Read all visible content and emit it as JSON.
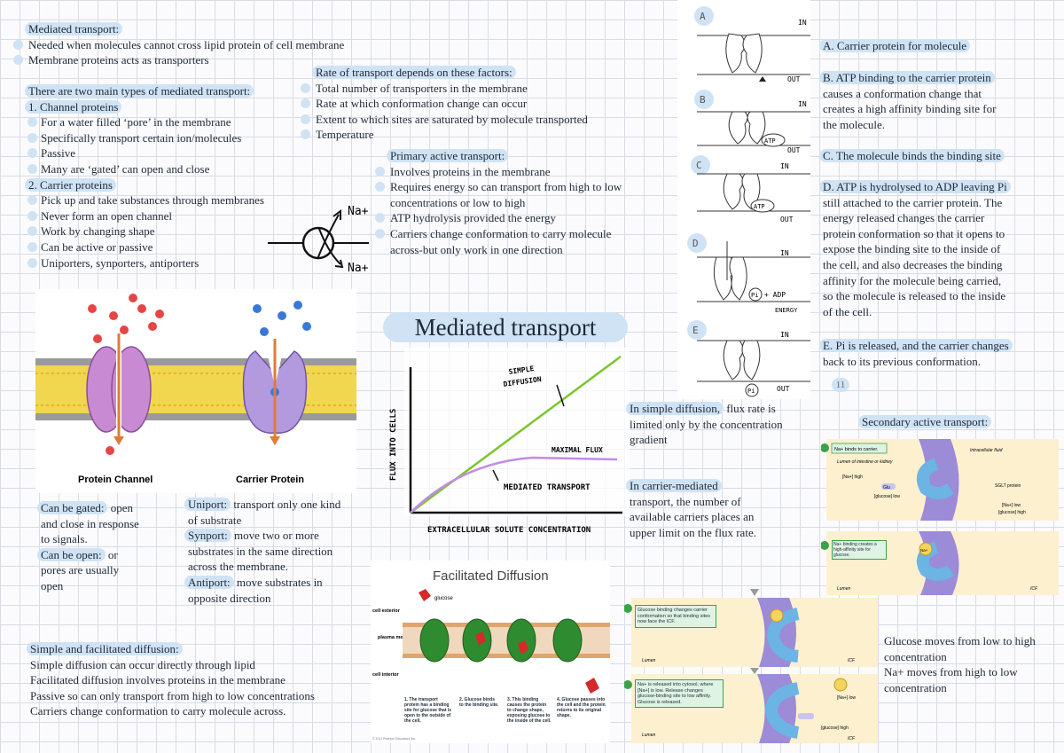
{
  "title": "Mediated transport",
  "mediated": {
    "heading": "Mediated transport:",
    "bullets": [
      "Needed when molecules cannot cross lipid protein of cell membrane",
      "Membrane proteins acts as transporters"
    ]
  },
  "types": {
    "heading": "There are two main types of mediated transport:",
    "channel_title": "1. Channel proteins",
    "channel_bullets": [
      "For a water filled ‘pore’ in the membrane",
      "Specifically transport certain ion/molecules",
      "Passive",
      "Many are ‘gated’ can open and close"
    ],
    "carrier_title": "2. Carrier proteins",
    "carrier_bullets": [
      "Pick up and take substances through membranes",
      "Never form an open channel",
      "Work by changing shape",
      "Can be active or passive",
      "Uniporters, synporters, antiporters"
    ]
  },
  "rate": {
    "heading": "Rate of transport depends on these factors:",
    "bullets": [
      "Total number of transporters in the membrane",
      "Rate at which conformation change can occur",
      "Extent to which sites are saturated by molecule transported",
      "Temperature"
    ]
  },
  "primary": {
    "heading": "Primary active transport:",
    "bullets": [
      "Involves proteins in the membrane",
      "Requires energy so can transport from high to low",
      "concentrations or low to high",
      "ATP hydrolysis provided the energy",
      "Carriers change conformation to carry molecule",
      "across-but only work in one direction"
    ]
  },
  "pump_labels": {
    "top": "Na+",
    "bottom": "Na+"
  },
  "channel_figure": {
    "left_label": "Protein Channel",
    "right_label": "Carrier Protein"
  },
  "gated": {
    "heading": "Can be gated:",
    "text1": " open",
    "lines1": [
      "and close in response",
      "to signals."
    ],
    "heading2": "Can be open:",
    "text2": " or",
    "lines2": [
      "pores are usually",
      "open"
    ]
  },
  "porters": {
    "uniport_h": "Uniport:",
    "uniport_t": " transport only one kind",
    "uniport_l2": "of substrate",
    "symport_h": "Synport:",
    "symport_t": " move two or more",
    "symport_l2": "substrates in the same direction",
    "symport_l3": "across the membrane.",
    "antiport_h": "Antiport:",
    "antiport_t": " move substrates in",
    "antiport_l2": "opposite direction"
  },
  "graph": {
    "ylabel": "FLUX INTO CELLS",
    "xlabel": "EXTRACELLULAR SOLUTE CONCENTRATION",
    "simple_label_1": "SIMPLE",
    "simple_label_2": "DIFFUSION",
    "max_label": "MAXIMAL FLUX",
    "mediated_label": "MEDIATED TRANSPORT",
    "colors": {
      "simple": "#7bc62d",
      "mediated": "#c48ae8"
    }
  },
  "diffusion_notes": {
    "simple_h": "In simple diffusion,",
    "simple_t": " flux rate is",
    "simple_l": [
      "limited only by the concentration",
      "gradient"
    ],
    "carrier_h": "In carrier-mediated",
    "carrier_l": [
      "transport, the number of",
      "available carriers places an",
      "upper limit on the flux rate."
    ]
  },
  "facilitated": {
    "title": "Facilitated Diffusion",
    "glucose": "glucose",
    "labels": [
      "cell exterior",
      "plasma membrane",
      "cell interior"
    ],
    "steps": [
      "1. The transport protein has a binding site for glucose that is open to the outside of the cell.",
      "2. Glucose binds to the binding site.",
      "3. This binding causes the protein to change shape, exposing glucose to the inside of the cell.",
      "4. Glucose passes into the cell and the protein returns to its original shape."
    ],
    "credit": "© 2011 Pearson Education, Inc."
  },
  "simple_fac": {
    "heading": "Simple and facilitated diffusion:",
    "lines": [
      "Simple diffusion can occur directly through lipid",
      "Facilitated diffusion involves proteins in the membrane",
      "Passive so can only transport from high to low concentrations",
      "Carriers change conformation to carry molecule across."
    ]
  },
  "atp_steps": {
    "A": "A. Carrier protein for molecule",
    "B": [
      "B. ATP binding to the carrier protein",
      "causes a conformation change that",
      "creates a high affinity binding site for",
      "the molecule."
    ],
    "C": "C. The molecule binds the binding site",
    "D": [
      "D. ATP is hydrolysed to ADP leaving Pi",
      "still attached to the carrier protein. The",
      "energy released changes the carrier",
      "protein conformation so that it opens to",
      "expose the binding site to the inside of",
      "the cell, and also decreases the binding",
      "affinity for the molecule being carried,",
      "so the molecule is released to the inside",
      "of the cell."
    ],
    "E": [
      "E. Pi is released, and the carrier changes",
      "back to its previous conformation."
    ]
  },
  "sketch": {
    "letters": [
      "A",
      "B",
      "C",
      "D",
      "E"
    ],
    "in": "IN",
    "out": "OUT",
    "atp": "ATP",
    "pi": "Pi",
    "adp": "+ ADP",
    "energy": "ENERGY",
    "eleven": "11"
  },
  "secondary": {
    "heading": "Secondary active transport:",
    "s1_title": "Na+ binds to carrier.",
    "s1_labels": [
      "Lumen of intestine or kidney",
      "[Na+] high",
      "[glucose] low",
      "Intracellular fluid",
      "SGLT protein",
      "[Na+] low",
      "[glucose] high"
    ],
    "s2_title": "Na+ binding creates a high-affinity site for glucose.",
    "s2_labels": [
      "Lumen",
      "ICF"
    ],
    "s3_title": "Glucose binding changes carrier conformation so that binding sites now face the ICF.",
    "s3_labels": [
      "Lumen",
      "ICF"
    ],
    "s4_title": "Na+ is released into cytosol, where [Na+] is low. Release changes glucose-binding site to low affinity. Glucose is released.",
    "s4_labels": [
      "Lumen",
      "[Na+] low",
      "[glucose] high",
      "ICF"
    ],
    "mol_na": "Na+",
    "mol_glu": "Glu"
  },
  "glucose_note": {
    "lines": [
      "Glucose moves from low to high",
      "concentration",
      "Na+ moves from high to low",
      "concentration"
    ]
  }
}
